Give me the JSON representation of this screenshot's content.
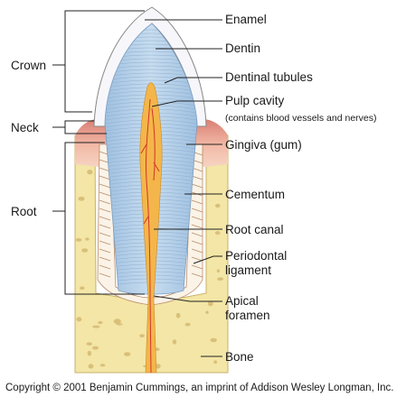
{
  "labels": {
    "enamel": "Enamel",
    "dentin": "Dentin",
    "dentinal_tubules": "Dentinal tubules",
    "pulp_cavity": "Pulp cavity",
    "pulp_cavity_note": "(contains blood vessels and nerves)",
    "gingiva": "Gingiva (gum)",
    "cementum": "Cementum",
    "root_canal": "Root canal",
    "periodontal_line1": "Periodontal",
    "periodontal_line2": "ligament",
    "apical_line1": "Apical",
    "apical_line2": "foramen",
    "bone": "Bone",
    "crown": "Crown",
    "neck": "Neck",
    "root": "Root"
  },
  "copyright": "Copyright © 2001 Benjamin Cummings, an imprint of Addison Wesley Longman, Inc.",
  "colors": {
    "bone": "#f3e6a6",
    "bone_spot": "#d9c07a",
    "gingiva": "#f2b9a6",
    "enamel": "#f7f7fb",
    "dentin": "#b9d3ea",
    "pulp": "#f4b64a",
    "vessel": "#d0352b",
    "ligament": "#fbf3e7",
    "text": "#1a1a1a"
  }
}
